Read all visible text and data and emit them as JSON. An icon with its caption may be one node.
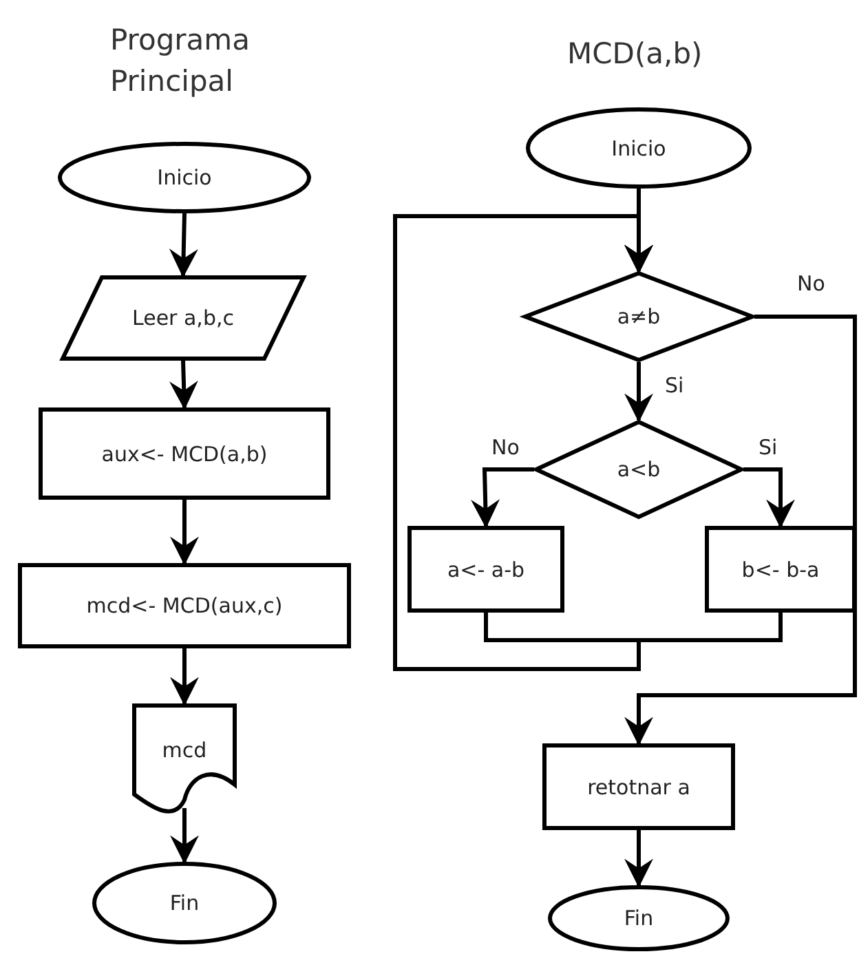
{
  "diagram": {
    "nodes": [
      {
        "text": [
          "Inicio"
        ]
      },
      {
        "text": [
          "Leer a,b,c"
        ]
      },
      {
        "text": [
          "aux<- MCD(a,b)"
        ]
      },
      {
        "text": [
          "mcd<- MCD(aux,c)"
        ]
      },
      {
        "text": [
          "mcd"
        ]
      },
      {
        "text": [
          "Fin"
        ]
      },
      {
        "text": [
          "Inicio"
        ]
      },
      {
        "text": [
          "a≠b"
        ]
      },
      {
        "text": [
          "a<b"
        ]
      },
      {
        "text": [
          "a<- a-b"
        ]
      },
      {
        "text": [
          "b<- b-a"
        ]
      },
      {
        "text": [
          "retotnar a"
        ]
      },
      {
        "text": [
          "Fin"
        ]
      }
    ],
    "edges": [
      {
        "from": 0,
        "to": 1,
        "arrow": "to"
      },
      {
        "from": 1,
        "to": 2,
        "arrow": "to"
      },
      {
        "from": 2,
        "to": 3,
        "arrow": "to"
      },
      {
        "from": 3,
        "to": 4,
        "arrow": "to"
      },
      {
        "from": 4,
        "to": 5,
        "arrow": "to"
      },
      {
        "from": 6,
        "to": 7,
        "arrow": "to"
      },
      {
        "from": 7,
        "to": 8,
        "label": "Si",
        "arrow": "to"
      },
      {
        "from": 7,
        "to": 11,
        "label": "No",
        "arrow": "to"
      },
      {
        "from": 8,
        "to": 9,
        "label": "No",
        "arrow": "to"
      },
      {
        "from": 8,
        "to": 10,
        "label": "Si",
        "arrow": "to"
      },
      {
        "from": 9,
        "to": 7,
        "arrow": "to"
      },
      {
        "from": 10,
        "to": 7,
        "arrow": "to"
      },
      {
        "from": 11,
        "to": 12,
        "arrow": "to"
      }
    ],
    "labels": [
      "Programa Principal",
      "MCD(a,b)"
    ]
  }
}
